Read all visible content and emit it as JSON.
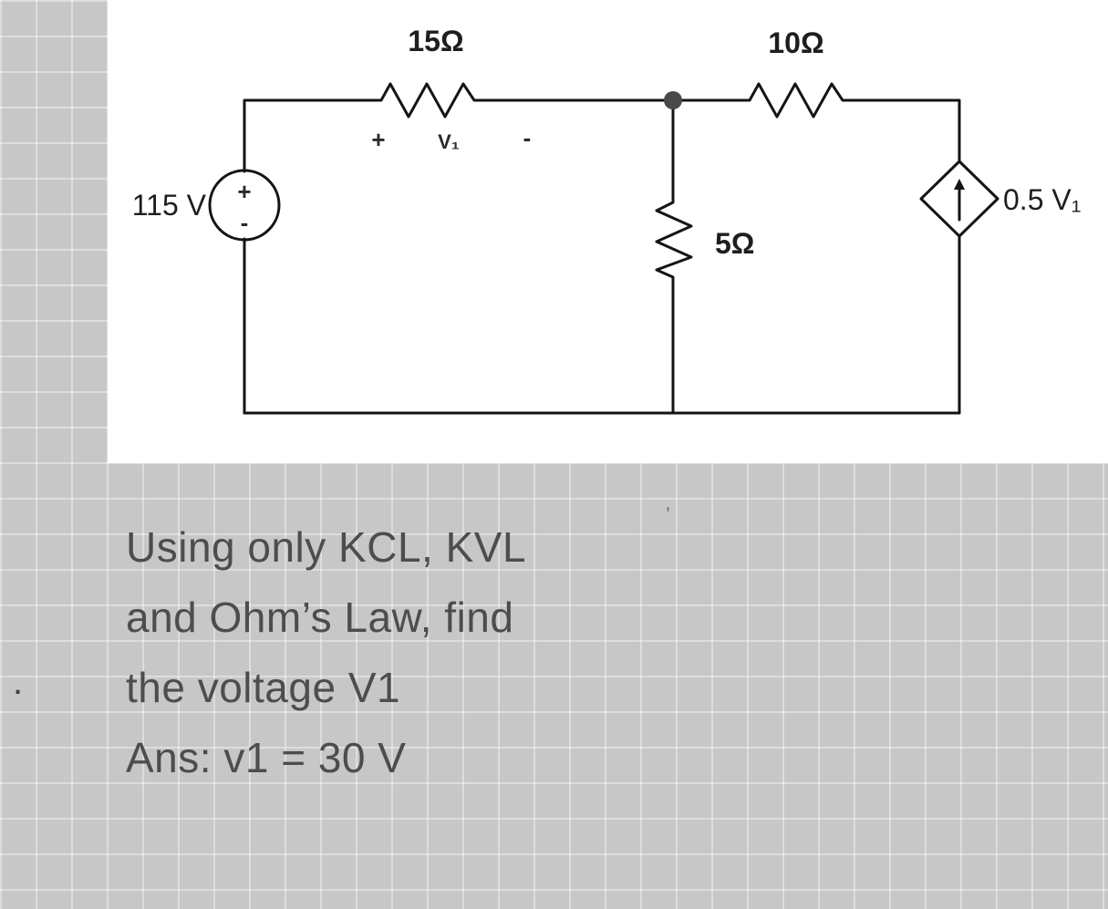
{
  "colors": {
    "background": "#c7c7c7",
    "grid_line": "#dedede",
    "panel": "#ffffff",
    "wire": "#141414",
    "problem_text": "#4d4d4d",
    "node_dot": "#4a4a4a"
  },
  "circuit": {
    "source_value": "115 V",
    "source_plus": "+",
    "source_minus": "-",
    "r_top_left": "15Ω",
    "v1_plus": "+",
    "v1_label": "V₁",
    "v1_minus": "-",
    "r_top_right": "10Ω",
    "r_middle": "5Ω",
    "dependent_source": "0.5 V₁"
  },
  "problem": {
    "lines": [
      "Using only KCL, KVL",
      "and Ohm’s Law, find",
      "the voltage V1",
      "Ans: v1 = 30 V"
    ]
  },
  "marks": {
    "period": ".",
    "tick": "’"
  }
}
